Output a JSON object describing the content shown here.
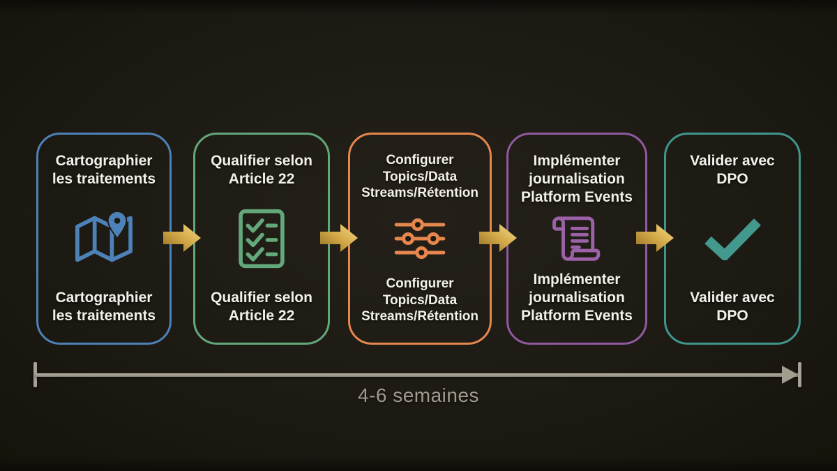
{
  "diagram": {
    "type": "process-flow",
    "background_color": "#1d1a14",
    "text_color": "#f3f0e9",
    "steps": [
      {
        "id": "cartographier",
        "icon": "map-icon",
        "accent_color": "#4d82b8",
        "top_label": "Cartographier\nles traitements",
        "bottom_label": "Cartographier\nles traitements"
      },
      {
        "id": "qualifier",
        "icon": "checklist-icon",
        "accent_color": "#63a87a",
        "top_label": "Qualifier selon\nArticle 22",
        "bottom_label": "Qualifier selon\nArticle 22"
      },
      {
        "id": "configurer",
        "icon": "sliders-icon",
        "accent_color": "#e6874e",
        "top_label": "Configurer\nTopics/Data\nStreams/Rétention",
        "bottom_label": "Configurer\nTopics/Data\nStreams/Rétention"
      },
      {
        "id": "implementer",
        "icon": "scroll-icon",
        "accent_color": "#9159a0",
        "top_label": "Implémenter\njournalisation\nPlatform Events",
        "bottom_label": "Implémenter\njournalisation\nPlatform Events"
      },
      {
        "id": "valider",
        "icon": "checkmark-icon",
        "accent_color": "#3f968c",
        "top_label": "Valider avec\nDPO",
        "bottom_label": "Valider avec\nDPO"
      }
    ],
    "connector_arrow": {
      "style": "block-arrow",
      "gradient": [
        "#8f6f24",
        "#d2a847",
        "#f6dc88"
      ]
    },
    "timeline": {
      "label": "4-6 semaines",
      "line_color": "#9c968a",
      "label_color": "#a19b8e"
    }
  }
}
